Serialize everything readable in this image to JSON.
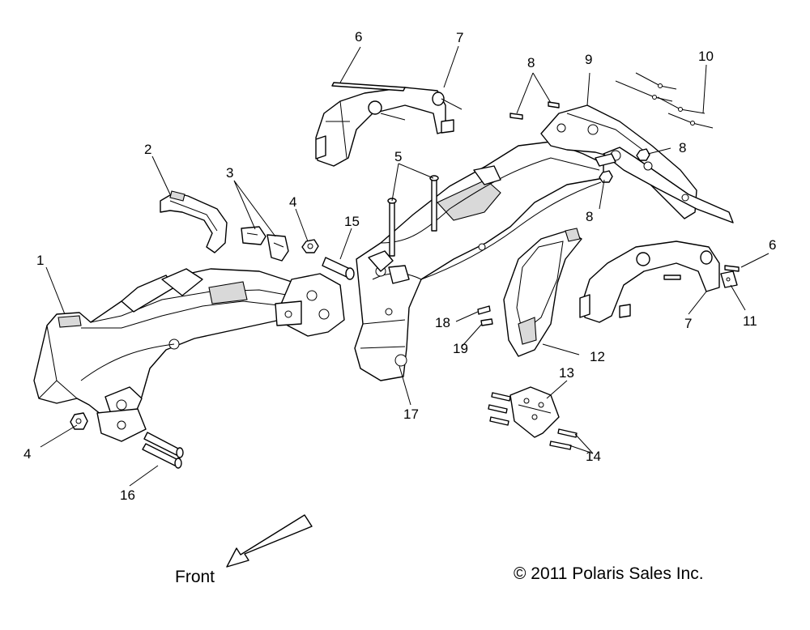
{
  "callouts": [
    {
      "id": "c1",
      "text": "1"
    },
    {
      "id": "c2",
      "text": "2"
    },
    {
      "id": "c3",
      "text": "3"
    },
    {
      "id": "c4a",
      "text": "4"
    },
    {
      "id": "c4b",
      "text": "4"
    },
    {
      "id": "c5",
      "text": "5"
    },
    {
      "id": "c6a",
      "text": "6"
    },
    {
      "id": "c6b",
      "text": "6"
    },
    {
      "id": "c7a",
      "text": "7"
    },
    {
      "id": "c7b",
      "text": "7"
    },
    {
      "id": "c8a",
      "text": "8"
    },
    {
      "id": "c8b",
      "text": "8"
    },
    {
      "id": "c8c",
      "text": "8"
    },
    {
      "id": "c9",
      "text": "9"
    },
    {
      "id": "c10",
      "text": "10"
    },
    {
      "id": "c11",
      "text": "11"
    },
    {
      "id": "c12",
      "text": "12"
    },
    {
      "id": "c13",
      "text": "13"
    },
    {
      "id": "c14",
      "text": "14"
    },
    {
      "id": "c15",
      "text": "15"
    },
    {
      "id": "c16",
      "text": "16"
    },
    {
      "id": "c17",
      "text": "17"
    },
    {
      "id": "c18",
      "text": "18"
    },
    {
      "id": "c19",
      "text": "19"
    }
  ],
  "front_label": "Front",
  "copyright": "© 2011 Polaris Sales Inc."
}
